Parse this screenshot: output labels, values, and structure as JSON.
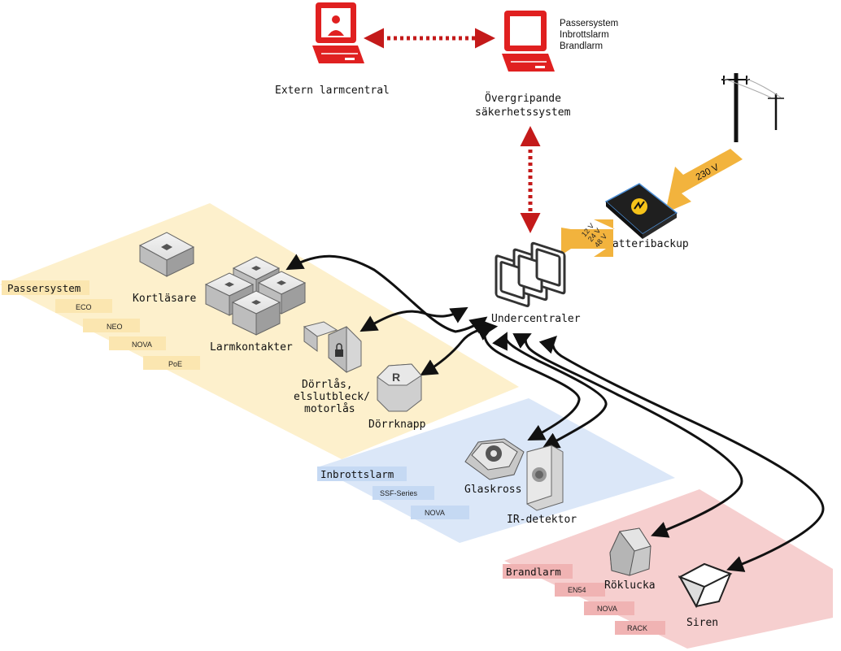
{
  "colors": {
    "access_zone": "#fdf0cc",
    "intrusion_zone": "#dbe7f8",
    "fire_zone": "#f6cfcf",
    "access_tag": "#fbe6b0",
    "intrusion_tag": "#c5d9f3",
    "fire_tag": "#f0b3b3",
    "alarm_red": "#e02020",
    "link_red": "#c41a1a",
    "power_arrow": "#f2b33d",
    "cable": "#111111"
  },
  "top": {
    "extern_label": "Extern larmcentral",
    "overall_label_line1": "Övergripande",
    "overall_label_line2": "säkerhetssystem",
    "overall_systems": [
      "Passersystem",
      "Inbrottslarm",
      "Brandlarm"
    ]
  },
  "power": {
    "mains_label": "230 V",
    "voltages": [
      "12 V",
      "24 V",
      "48 V"
    ],
    "battery_label": "Batteribackup"
  },
  "hub": {
    "label": "Undercentraler"
  },
  "zones": {
    "access": {
      "title": "Passersystem",
      "tags": [
        "ECO",
        "NEO",
        "NOVA",
        "PoE"
      ],
      "devices": {
        "card_reader": "Kortläsare",
        "contacts": "Larmkontakter",
        "locks_line1": "Dörrlås,",
        "locks_line2": "elslutbleck/",
        "locks_line3": "motorlås",
        "button": "Dörrknapp"
      }
    },
    "intrusion": {
      "title": "Inbrottslarm",
      "tags": [
        "SSF-Series",
        "NOVA"
      ],
      "devices": {
        "glass": "Glaskross",
        "ir": "IR-detektor"
      }
    },
    "fire": {
      "title": "Brandlarm",
      "tags": [
        "EN54",
        "NOVA",
        "RACK"
      ],
      "devices": {
        "smoke": "Röklucka",
        "siren": "Siren"
      }
    }
  },
  "icons": {
    "extern_terminal": "alarm-operator-terminal-icon",
    "overall_terminal": "security-system-terminal-icon",
    "power_pole": "power-pole-icon",
    "battery": "battery-backup-icon",
    "hub": "control-panel-stack-icon"
  }
}
